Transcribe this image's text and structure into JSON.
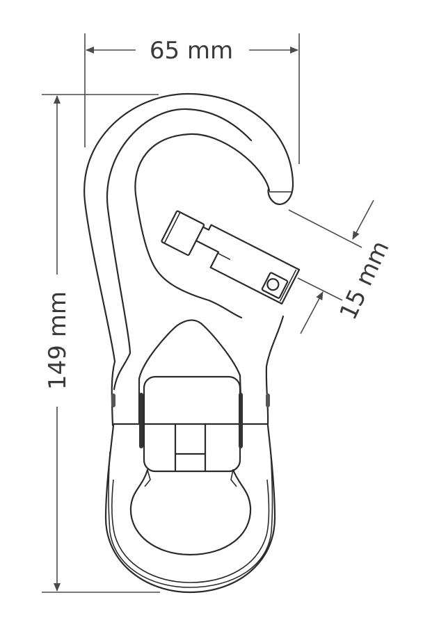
{
  "dimensions": {
    "width_label": "65 mm",
    "height_label": "149 mm",
    "gate_opening_label": "15 mm"
  },
  "colors": {
    "line": "#2a2a2a",
    "dimension_line": "#4a4a4a",
    "background": "#ffffff"
  }
}
